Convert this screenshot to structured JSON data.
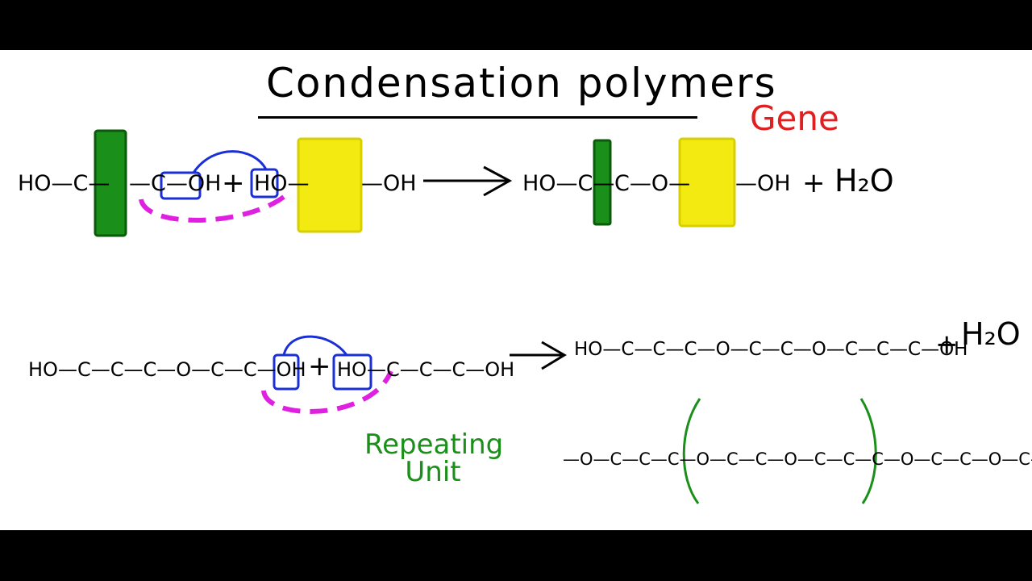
{
  "title": "Condensation polymers",
  "annotation_red": "Gene",
  "annotation_green": "Repeating Unit",
  "row1": {
    "reactant1": "HO—C—",
    "reactant1_tail": "—C—OH",
    "plus": "+",
    "reactant2": "HO—",
    "reactant2_tail": "—OH",
    "arrow": "→",
    "product_left": "HO—C—",
    "product_mid": "C—O—",
    "product_right": "—OH",
    "plus2": "+",
    "water": "H₂O"
  },
  "row2": {
    "reactant1": "HO—C—C—C—O—C—C—OH",
    "plus": "+",
    "reactant2": "HO—C—C—C—OH",
    "arrow": "→",
    "product": "HO—C—C—C—O—C—C—O—C—C—C—OH",
    "plus2": "+",
    "water": "H₂O"
  },
  "polymer": "—O—C—C—C—O—C—C—O—C—C—C—O—C—C—O—C—C—",
  "colors": {
    "green_block": "#1a8f1a",
    "yellow_block": "#f2ea10",
    "blue_outline": "#1a2fd6",
    "magenta_dash": "#e020e0",
    "red_text": "#e02020",
    "green_text": "#1a8f1a"
  }
}
